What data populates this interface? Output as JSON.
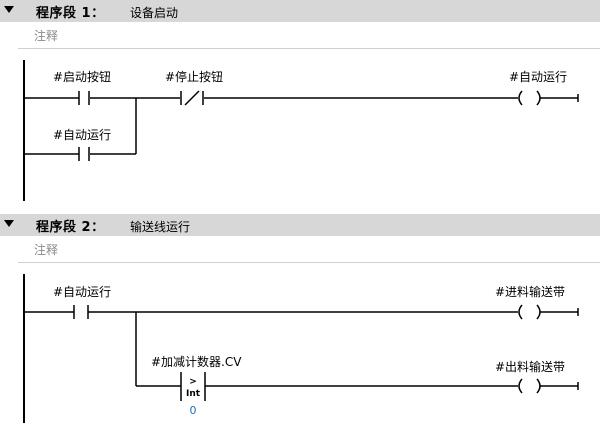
{
  "networks": [
    {
      "label": "程序段 1：",
      "title": "设备启动",
      "comment": "注释",
      "contacts": [
        {
          "operand": "#启动按钮",
          "type": "NO"
        },
        {
          "operand": "#停止按钮",
          "type": "NC"
        },
        {
          "operand": "#自动运行",
          "type": "NO"
        }
      ],
      "coils": [
        {
          "operand": "#自动运行"
        }
      ]
    },
    {
      "label": "程序段 2：",
      "title": "输送线运行",
      "comment": "注释",
      "contacts": [
        {
          "operand": "#自动运行",
          "type": "NO"
        }
      ],
      "compare": {
        "operand": "#加减计数器.CV",
        "op": ">",
        "type": "Int",
        "value": "0"
      },
      "coils": [
        {
          "operand": "#进料输送带"
        },
        {
          "operand": "#出料输送带"
        }
      ]
    }
  ]
}
